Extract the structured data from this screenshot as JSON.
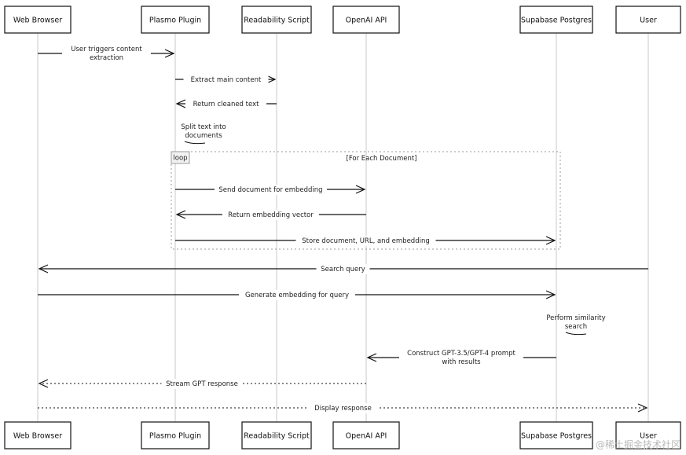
{
  "actors": [
    {
      "id": "browser",
      "label": "Web Browser"
    },
    {
      "id": "plugin",
      "label": "Plasmo Plugin"
    },
    {
      "id": "readability",
      "label": "Readability Script"
    },
    {
      "id": "openai",
      "label": "OpenAI API"
    },
    {
      "id": "supabase",
      "label": "Supabase Postgres"
    },
    {
      "id": "user",
      "label": "User"
    }
  ],
  "messages": [
    {
      "from": "browser",
      "to": "plugin",
      "lines": [
        "User triggers content",
        "extraction"
      ],
      "style": "solid"
    },
    {
      "from": "plugin",
      "to": "readability",
      "lines": [
        "Extract main content"
      ],
      "style": "solid"
    },
    {
      "from": "readability",
      "to": "plugin",
      "lines": [
        "Return cleaned text"
      ],
      "style": "solid"
    },
    {
      "from": "plugin",
      "to": "plugin",
      "lines": [
        "Split text into",
        "documents"
      ],
      "style": "self"
    },
    {
      "from": "plugin",
      "to": "openai",
      "lines": [
        "Send document for embedding"
      ],
      "style": "solid"
    },
    {
      "from": "openai",
      "to": "plugin",
      "lines": [
        "Return embedding vector"
      ],
      "style": "solid"
    },
    {
      "from": "plugin",
      "to": "supabase",
      "lines": [
        "Store document, URL, and embedding"
      ],
      "style": "solid"
    },
    {
      "from": "user",
      "to": "browser",
      "lines": [
        "Search query"
      ],
      "style": "solid"
    },
    {
      "from": "browser",
      "to": "supabase",
      "lines": [
        "Generate embedding for query"
      ],
      "style": "solid"
    },
    {
      "from": "supabase",
      "to": "supabase",
      "lines": [
        "Perform similarity",
        "search"
      ],
      "style": "self"
    },
    {
      "from": "supabase",
      "to": "openai",
      "lines": [
        "Construct GPT-3.5/GPT-4 prompt",
        "with results"
      ],
      "style": "solid"
    },
    {
      "from": "openai",
      "to": "browser",
      "lines": [
        "Stream GPT response"
      ],
      "style": "dotted"
    },
    {
      "from": "browser",
      "to": "user",
      "lines": [
        "Display response"
      ],
      "style": "dotted"
    }
  ],
  "loop": {
    "tag": "loop",
    "label": "[For Each Document]"
  },
  "watermark": "@稀土掘金技术社区"
}
